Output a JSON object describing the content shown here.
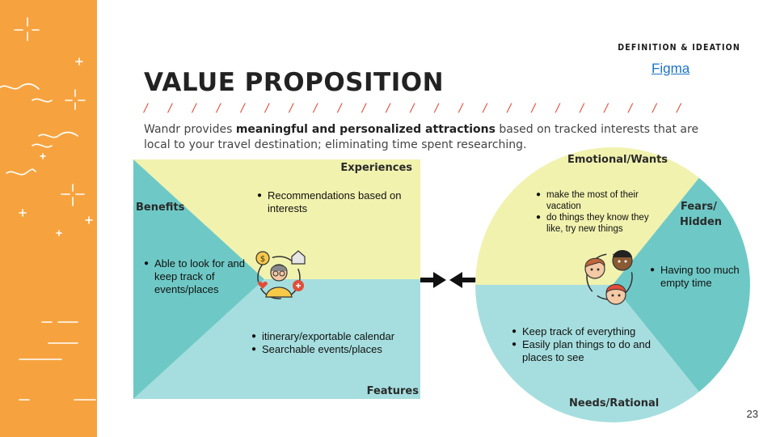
{
  "section_label": "DEFINITION & IDEATION",
  "figma_link": "Figma",
  "title": "VALUE PROPOSITION",
  "slashes": "/ / / / / / / / / / / / / / / / / / / / / / /",
  "description": {
    "before": "Wandr provides ",
    "bold": "meaningful and personalized attractions",
    "after": " based on tracked interests that are local to your travel destination; eliminating time spent researching."
  },
  "canvas": {
    "experiences_label": "Experiences",
    "benefits_label": "Benefits",
    "features_label": "Features",
    "experiences_items": [
      "Recommendations based on interests"
    ],
    "benefits_items": [
      "Able to look for and keep track of events/places"
    ],
    "features_items": [
      "itinerary/exportable calendar",
      "Searchable events/places"
    ]
  },
  "customer": {
    "emotional_label": "Emotional/Wants",
    "fears_label_1": "Fears/",
    "fears_label_2": "Hidden",
    "needs_label": "Needs/Rational",
    "emotional_items": [
      "make the most of their vacation",
      "do things they know they like, try new things"
    ],
    "fears_items": [
      "Having too much empty time"
    ],
    "needs_items": [
      "Keep track of everything",
      "Easily plan things to do and places to see"
    ]
  },
  "colors": {
    "sidebar": "#f6a33f",
    "yellow": "#f1f2ae",
    "teal": "#6ec9c6",
    "light_teal": "#a6dedf",
    "accent_red": "#e24d3a"
  },
  "page_number": "23"
}
